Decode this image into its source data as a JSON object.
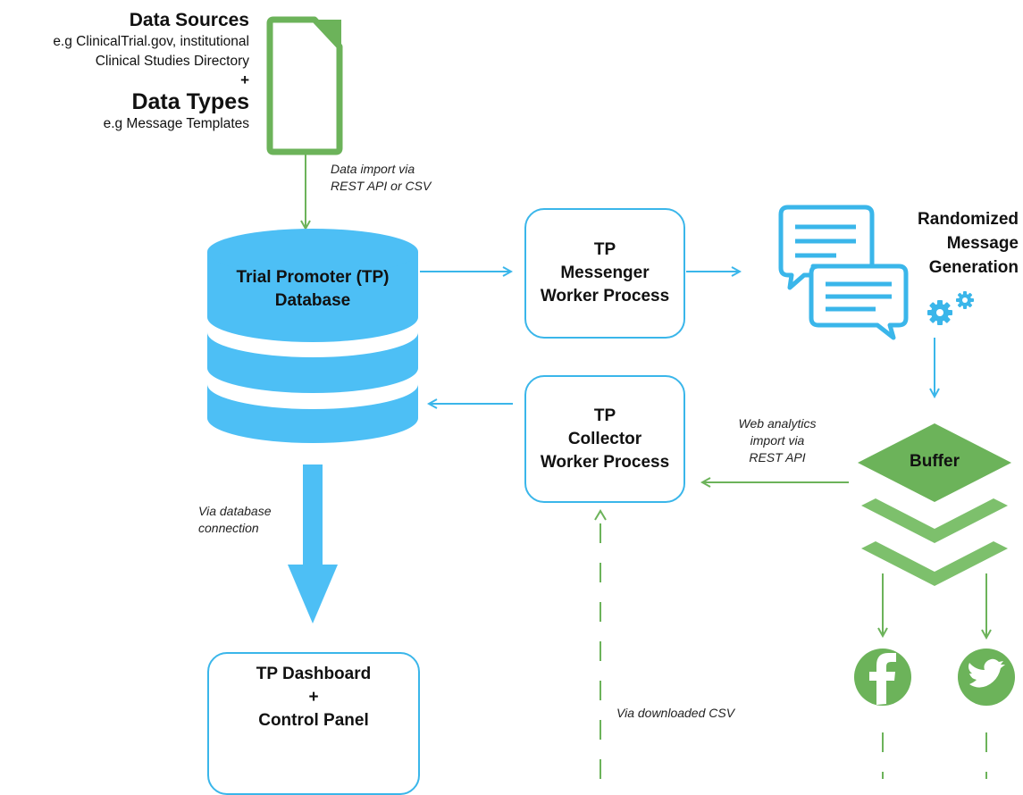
{
  "sources": {
    "title": "Data Sources",
    "line1": "e.g ClinicalTrial.gov, institutional",
    "line2": "Clinical Studies Directory",
    "plus": "+",
    "types_title": "Data Types",
    "types_sub": "e.g Message Templates"
  },
  "edges": {
    "data_import_1": "Data import via",
    "data_import_2": "REST API or CSV",
    "db_conn_1": "Via database",
    "db_conn_2": "connection",
    "web_analytics_1": "Web analytics",
    "web_analytics_2": "import via",
    "web_analytics_3": "REST API",
    "downloaded_csv": "Via downloaded CSV"
  },
  "database": {
    "line1": "Trial Promoter (TP)",
    "line2": "Database"
  },
  "messenger": {
    "line1": "TP",
    "line2": "Messenger",
    "line3": "Worker Process"
  },
  "collector": {
    "line1": "TP",
    "line2": "Collector",
    "line3": "Worker Process"
  },
  "generation": {
    "line1": "Randomized",
    "line2": "Message",
    "line3": "Generation"
  },
  "buffer": {
    "label": "Buffer"
  },
  "dashboard": {
    "line1": "TP Dashboard",
    "plus": "+",
    "line2": "Control Panel"
  },
  "icons": [
    "document-icon",
    "chat-bubbles-icon",
    "gears-icon",
    "facebook-icon",
    "twitter-icon",
    "speedometer-icon"
  ],
  "colors": {
    "blue": "#3ab6ea",
    "db_blue": "#4dbff5",
    "green": "#6cb35a",
    "green_light": "#7dc06c"
  }
}
